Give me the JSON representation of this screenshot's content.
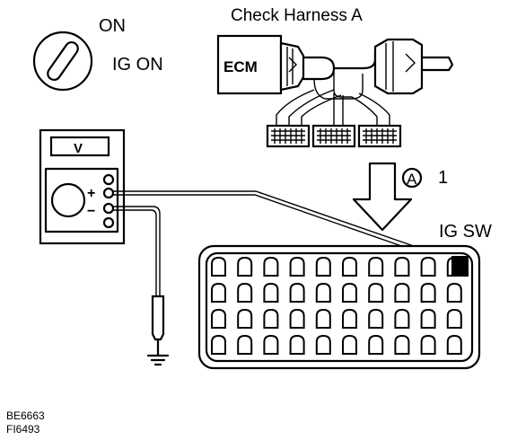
{
  "ignition": {
    "on_label": "ON",
    "ig_on_label": "IG ON"
  },
  "harness": {
    "title": "Check Harness A",
    "ecm_label": "ECM"
  },
  "voltmeter": {
    "display_label": "V",
    "plus_label": "+",
    "minus_label": "−"
  },
  "connector": {
    "circle_label": "A",
    "terminal_label": "1",
    "name_label": "IG SW",
    "rows": 4,
    "columns": 10
  },
  "codes": [
    "BE6663",
    "FI6493"
  ]
}
